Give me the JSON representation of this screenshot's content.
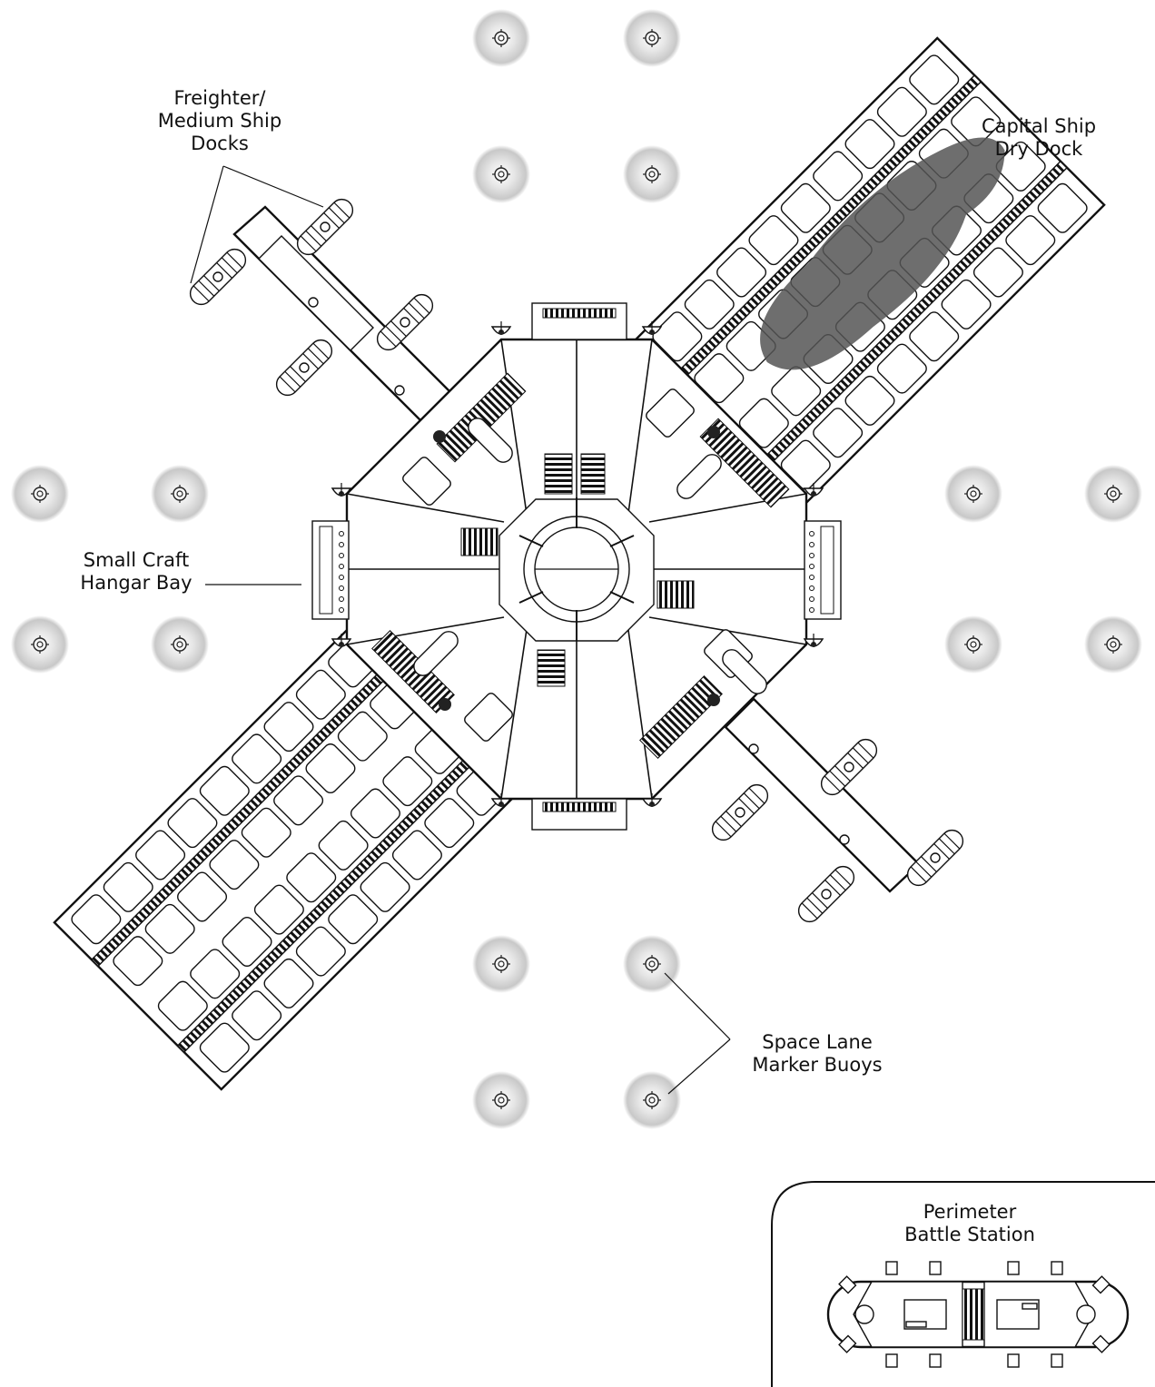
{
  "labels": {
    "freighter_docks": [
      "Freighter/",
      "Medium Ship",
      "Docks"
    ],
    "capital_dry_dock": [
      "Capital Ship",
      "Dry Dock"
    ],
    "small_craft_hangar": [
      "Small Craft",
      "Hangar Bay"
    ],
    "space_lane_buoys": [
      "Space Lane",
      "Marker Buoys"
    ],
    "perimeter_battle_station": [
      "Perimeter",
      "Battle Station"
    ]
  },
  "colors": {
    "ink": "#111111",
    "buoy_halo": "#bdbdbd",
    "ship_silhouette": "#555555",
    "background": "#ffffff"
  }
}
